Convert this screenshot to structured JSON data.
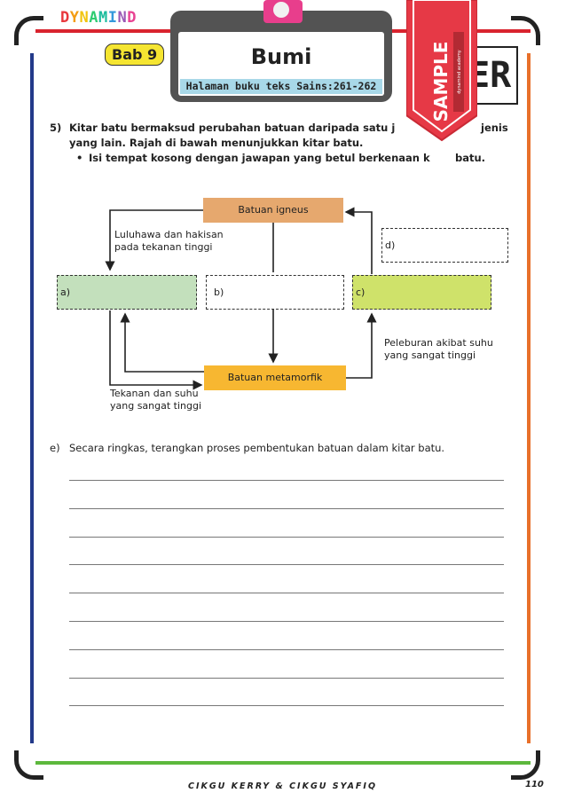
{
  "header": {
    "brand": "DYNAMIND",
    "brand_colors": [
      "#e8383d",
      "#f39c12",
      "#f1c40f",
      "#2ecc71",
      "#1abc9c",
      "#3498db",
      "#9b59b6",
      "#e84393"
    ],
    "chapter": "Bab 9",
    "title": "Bumi",
    "textbook_pages": "Halaman buku teks Sains:261-262",
    "corner_text": "VER",
    "watermark": "SAMPLE",
    "watermark_small": "dynamind academy"
  },
  "question": {
    "number": "5)",
    "line1": "Kitar batu bermaksud perubahan batuan daripada satu j",
    "line1_end": "jenis",
    "line2": "yang lain. Rajah di bawah menunjukkan kitar batu.",
    "bullet": "Isi tempat kosong dengan jawapan yang betul berkenaan k",
    "bullet_end": "batu."
  },
  "diagram": {
    "igneous": "Batuan igneus",
    "metamorphic": "Batuan metamorfik",
    "label_a": "a)",
    "label_b": "b)",
    "label_c": "c)",
    "label_d": "d)",
    "weathering_1": "Luluhawa dan hakisan",
    "weathering_2": "pada tekanan tinggi",
    "melting_1": "Peleburan akibat suhu",
    "melting_2": "yang sangat tinggi",
    "pressure_1": "Tekanan dan suhu",
    "pressure_2": "yang sangat tinggi",
    "colors": {
      "igneous": "#e6a86e",
      "metamorphic": "#f7b731",
      "box_a": "#c3e0bc",
      "box_c": "#cfe26a"
    }
  },
  "part_e": {
    "label": "e)",
    "text": "Secara ringkas, terangkan proses pembentukan batuan dalam kitar batu.",
    "answer_lines": 9
  },
  "footer": {
    "authors": "CIKGU KERRY & CIKGU SYAFIQ",
    "page": "110"
  }
}
